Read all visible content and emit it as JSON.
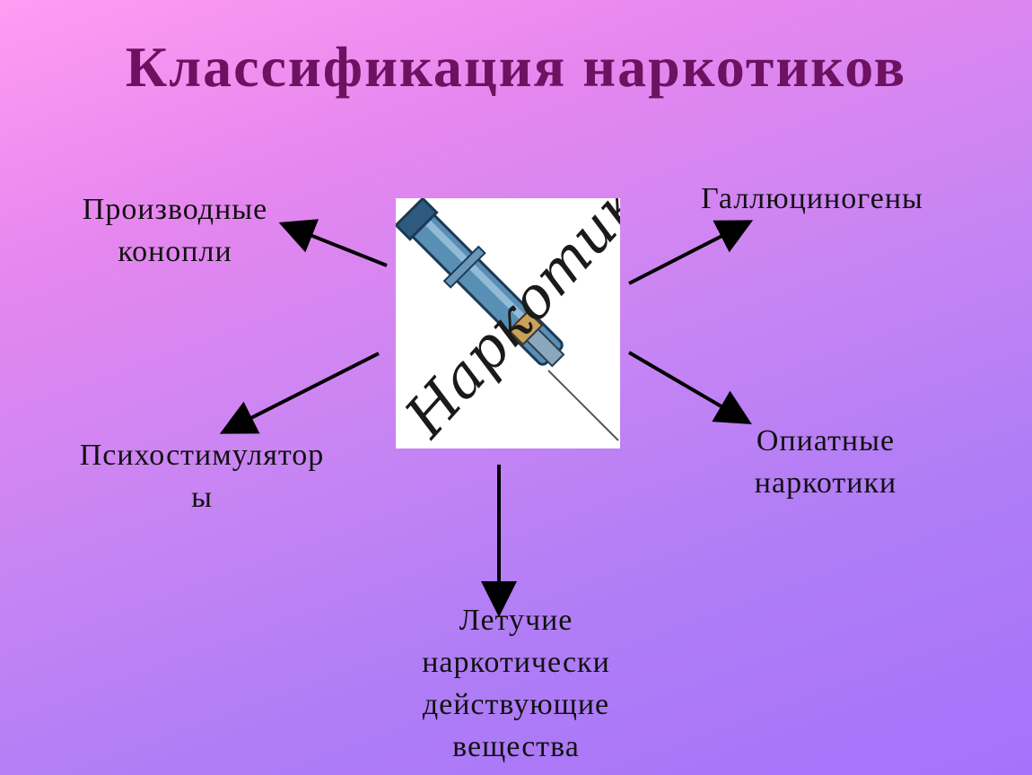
{
  "title": "Классификация наркотиков",
  "center": {
    "caption": "Наркотики",
    "icon": "syringe-icon"
  },
  "categories": {
    "cannabis": "Производные\nконопли",
    "hallucinogens": "Галлюциногены",
    "stimulants": "Психостимулятор\nы",
    "opiates": "Опиатные\nнаркотики",
    "volatile": "Летучие\nнаркотически\nдействующие\nвещества"
  },
  "colors": {
    "title": "#6d1260",
    "arrows": "#000000",
    "background_top": "#ff9cf2",
    "background_bottom": "#a672fb"
  }
}
